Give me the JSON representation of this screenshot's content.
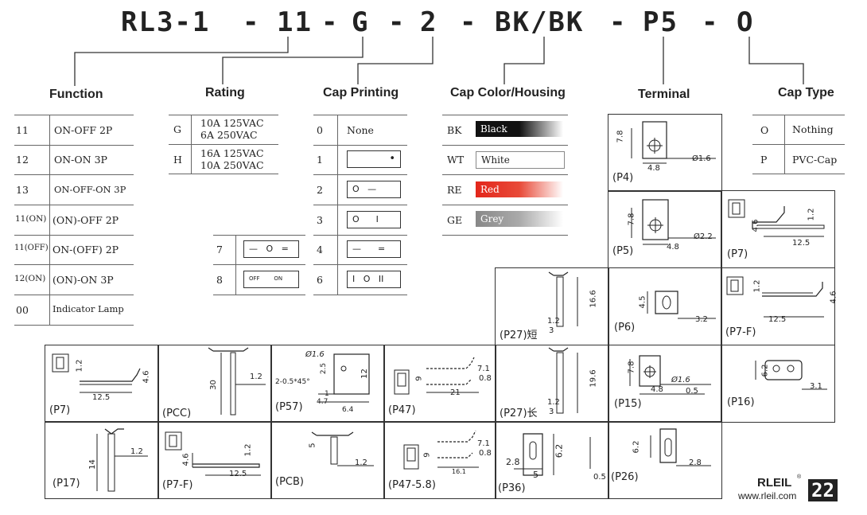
{
  "code": {
    "base": "RL3-1",
    "function": "11",
    "rating": "G",
    "cap_printing": "2",
    "color": "BK/BK",
    "terminal": "P5",
    "cap_type": "O",
    "sep": "-"
  },
  "headers": {
    "function": "Function",
    "rating": "Rating",
    "cap_printing": "Cap Printing",
    "cap_color": "Cap Color/Housing",
    "terminal": "Terminal",
    "cap_type": "Cap Type"
  },
  "function_rows": [
    {
      "code": "11",
      "desc": "ON-OFF  2P"
    },
    {
      "code": "12",
      "desc": "ON-ON   3P"
    },
    {
      "code": "13",
      "desc": "ON-OFF-ON  3P"
    },
    {
      "code": "11(ON)",
      "desc": "(ON)-OFF 2P"
    },
    {
      "code": "11(OFF)",
      "desc": "ON-(OFF) 2P"
    },
    {
      "code": "12(ON)",
      "desc": "(ON)-ON 3P"
    },
    {
      "code": "00",
      "desc": "Indicator Lamp"
    }
  ],
  "rating_rows": [
    {
      "code": "G",
      "l1": "10A  125VAC",
      "l2": "6A    250VAC"
    },
    {
      "code": "H",
      "l1": "16A  125VAC",
      "l2": "10A  250VAC"
    }
  ],
  "cap_print_rows": [
    {
      "code": "0",
      "text": "None"
    },
    {
      "code": "1",
      "sym": "•"
    },
    {
      "code": "2",
      "sym": "O   —"
    },
    {
      "code": "3",
      "sym": "O      I"
    },
    {
      "code": "4",
      "sym": "—      ="
    },
    {
      "code": "6",
      "sym": "I   O   II"
    }
  ],
  "cap_print_extra": [
    {
      "code": "7",
      "sym": "—   O   ="
    },
    {
      "code": "8",
      "sym": "OFF        ON"
    }
  ],
  "colors": [
    {
      "code": "BK",
      "name": "Black",
      "color": "#1a1a1a"
    },
    {
      "code": "WT",
      "name": "White",
      "color": "#ffffff"
    },
    {
      "code": "RE",
      "name": "Red",
      "color": "#e53a2a"
    },
    {
      "code": "GE",
      "name": "Grey",
      "color": "#9a9a9a"
    }
  ],
  "cap_type_rows": [
    {
      "code": "O",
      "desc": "Nothing"
    },
    {
      "code": "P",
      "desc": "PVC-Cap"
    }
  ],
  "terminals": {
    "p4": "(P4)",
    "p4_h": "7.8",
    "p4_w": "4.8",
    "p4_d": "Ø1.6",
    "p5": "(P5)",
    "p5_h": "7.8",
    "p5_w": "4.8",
    "p5_d": "Ø2.2",
    "p7": "(P7)",
    "p7_a": "4.6",
    "p7_b": "1.2",
    "p7_c": "12.5",
    "p6": "(P6)",
    "p6_a": "4.5",
    "p6_b": "3.2",
    "p7f": "(P7-F)",
    "p7f_a": "1.2",
    "p7f_b": "4.6",
    "p7f_c": "12.5",
    "p27s": "(P27)短",
    "p27s_a": "1.2",
    "p27s_b": "3",
    "p27s_c": "16.6",
    "p27l": "(P27)长",
    "p27l_a": "1.2",
    "p27l_b": "3",
    "p27l_c": "19.6",
    "p15": "(P15)",
    "p15_h": "7.8",
    "p15_w": "4.8",
    "p15_d": "Ø1.6",
    "p15_e": "0.5",
    "p16": "(P16)",
    "p16_a": "6.2",
    "p16_b": "3.1",
    "p7b": "(P7)",
    "p7b_a": "1.2",
    "p7b_b": "4.6",
    "p7b_c": "12.5",
    "pcc": "(PCC)",
    "pcc_a": "30",
    "pcc_b": "1.2",
    "p57": "(P57)",
    "p57_a": "Ø1.6",
    "p57_b": "2.5",
    "p57_c": "12",
    "p57_d": "2-0.5*45°",
    "p57_e": "1",
    "p57_f": "4.7",
    "p57_g": "6.4",
    "p47": "(P47)",
    "p47_a": "7.1",
    "p47_b": "0.8",
    "p47_c": "9",
    "p47_d": "21",
    "p17": "(P17)",
    "p17_a": "14",
    "p17_b": "1.2",
    "p7fb": "(P7-F)",
    "p7fb_a": "4.6",
    "p7fb_b": "1.2",
    "p7fb_c": "12.5",
    "pcb": "(PCB)",
    "pcb_a": "5",
    "pcb_b": "1.2",
    "p475": "(P47-5.8)",
    "p475_a": "7.1",
    "p475_b": "0.8",
    "p475_c": "9",
    "p475_d": "16.1",
    "p36": "(P36)",
    "p36_a": "2.8",
    "p36_b": "6.2",
    "p36_c": "5",
    "p36_d": "0.5",
    "p26": "(P26)",
    "p26_a": "6.2",
    "p26_b": "2.8"
  },
  "brand": {
    "name": "RLEIL",
    "reg": "®",
    "url": "www.rleil.com",
    "page": "22"
  }
}
